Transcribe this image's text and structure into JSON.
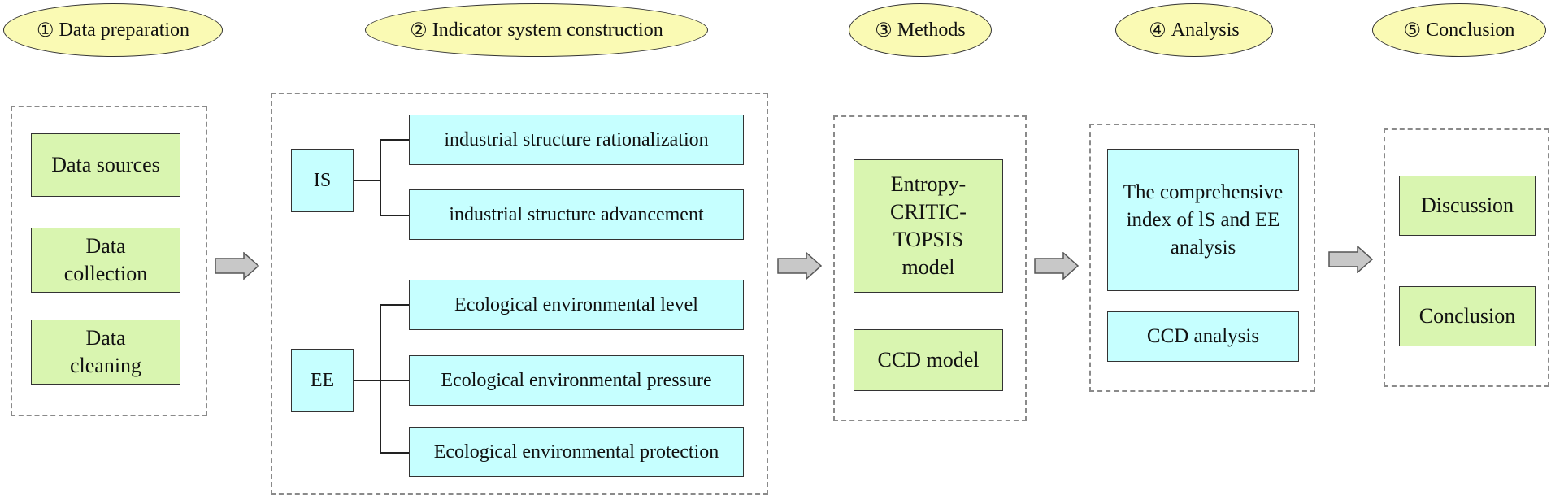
{
  "stages": [
    {
      "num": "①",
      "title": "Data preparation"
    },
    {
      "num": "②",
      "title": "Indicator system construction"
    },
    {
      "num": "③",
      "title": "Methods"
    },
    {
      "num": "④",
      "title": "Analysis"
    },
    {
      "num": "⑤",
      "title": "Conclusion"
    }
  ],
  "data_preparation": {
    "items": [
      "Data sources",
      "Data collection",
      "Data cleaning"
    ]
  },
  "indicator_system": {
    "is_group": {
      "label": "IS",
      "children": [
        "industrial structure rationalization",
        "industrial structure advancement"
      ]
    },
    "ee_group": {
      "label": "EE",
      "children": [
        "Ecological environmental level",
        "Ecological environmental pressure",
        "Ecological environmental protection"
      ]
    }
  },
  "methods": {
    "items": [
      "Entropy-CRITIC-TOPSIS model",
      "CCD model"
    ]
  },
  "analysis": {
    "items": [
      "The comprehensive index of lS and EE analysis",
      "CCD analysis"
    ]
  },
  "conclusion": {
    "items": [
      "Discussion",
      "Conclusion"
    ]
  },
  "colors": {
    "stage_fill": "#fafab4",
    "green_box": "#d9f5b0",
    "cyan_box": "#c6ffff",
    "arrow": "#c8c8c8"
  }
}
